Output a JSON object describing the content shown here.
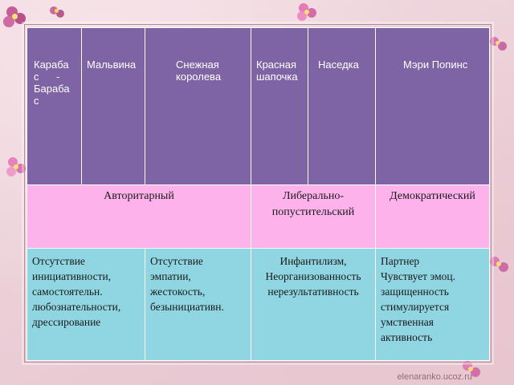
{
  "table": {
    "headers": [
      {
        "lines": [
          "Караба",
          "с      -",
          "Бараба",
          "с"
        ]
      },
      {
        "lines": [
          "Мальвина"
        ]
      },
      {
        "lines": [
          "Снежная",
          "королева"
        ]
      },
      {
        "lines": [
          "Красная",
          "шапочка"
        ]
      },
      {
        "lines": [
          "Наседка"
        ]
      },
      {
        "lines": [
          "Мэри Попинс"
        ]
      }
    ],
    "styles": [
      {
        "lines": [
          "Авторитарный"
        ]
      },
      {
        "lines": [
          "Либерально-",
          "попустительский"
        ]
      },
      {
        "lines": [
          "Демократический"
        ]
      }
    ],
    "descriptions": [
      {
        "lines": [
          "Отсутствие",
          "инициативности,",
          "самостоятельн.",
          "любознательности,",
          "дрессирование"
        ]
      },
      {
        "lines": [
          "Отсутствие",
          "эмпатии,",
          "жестокость,",
          "безынициативн."
        ]
      },
      {
        "lines": [
          "Инфантилизм,",
          "Неорганизованность",
          "нерезультативность"
        ]
      },
      {
        "lines": [
          "Партнер",
          "Чувствует эмоц.",
          "защищенность",
          "стимулируется",
          "умственная",
          "активность"
        ]
      }
    ]
  },
  "watermark": "elenaranko.ucoz.ru",
  "colors": {
    "header_bg": "#7e64a4",
    "style_row_bg": "#fdb2ec",
    "description_row_bg": "#8fd5e2",
    "slide_bg": "#ecd2d9"
  }
}
